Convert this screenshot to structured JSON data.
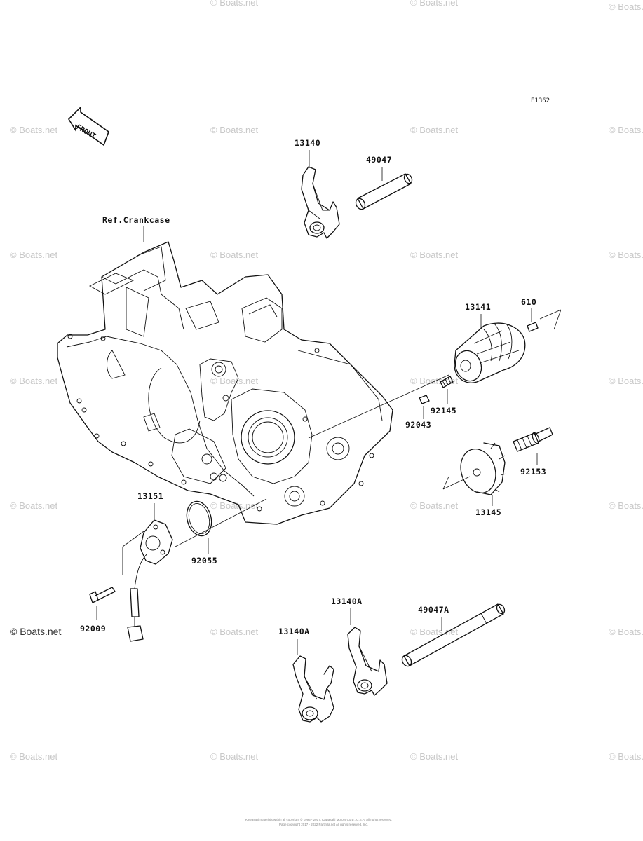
{
  "diagram": {
    "code": "E1362",
    "front_label": "FRONT",
    "ref_label": "Ref.Crankcase",
    "watermark": "© Boats.net",
    "copyright_line1": "Kawasaki materials within all copyright © 1995 - 2017, Kawasaki Motors Corp., U.S.A. All rights reserved.",
    "copyright_line2": "Page copyright 2017 - 2022 Partzilla.net All rights reserved, Inc.",
    "parts": [
      {
        "id": "p13140",
        "label": "13140"
      },
      {
        "id": "p49047",
        "label": "49047"
      },
      {
        "id": "p13141",
        "label": "13141"
      },
      {
        "id": "p610",
        "label": "610"
      },
      {
        "id": "p92145",
        "label": "92145"
      },
      {
        "id": "p92043",
        "label": "92043"
      },
      {
        "id": "p92153",
        "label": "92153"
      },
      {
        "id": "p13145",
        "label": "13145"
      },
      {
        "id": "p13151",
        "label": "13151"
      },
      {
        "id": "p92055",
        "label": "92055"
      },
      {
        "id": "p92009",
        "label": "92009"
      },
      {
        "id": "p13140A_r",
        "label": "13140A"
      },
      {
        "id": "p13140A_l",
        "label": "13140A"
      },
      {
        "id": "p49047A",
        "label": "49047A"
      }
    ]
  }
}
